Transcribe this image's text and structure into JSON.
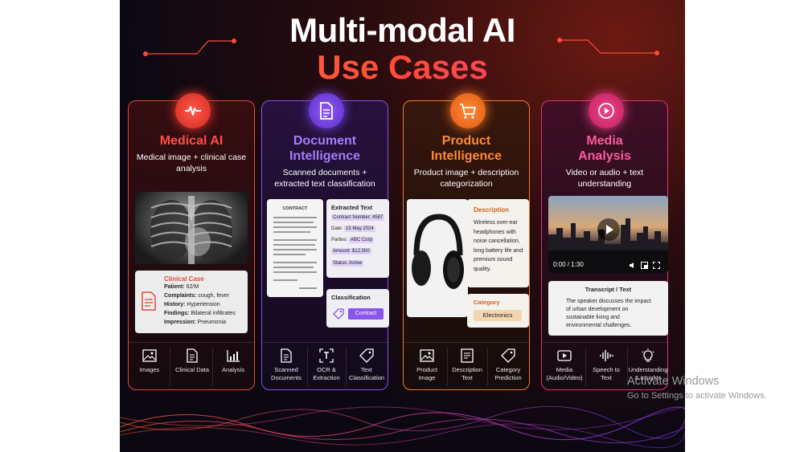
{
  "title_line1": "Multi-modal AI",
  "title_line2": "Use Cases",
  "cards": {
    "medical": {
      "title": "Medical AI",
      "subtitle": "Medical image + clinical case analysis",
      "clinical": {
        "heading": "Clinical Case",
        "lines": [
          {
            "k": "Patient:",
            "v": " 62/M"
          },
          {
            "k": "Complaints:",
            "v": " cough, fever"
          },
          {
            "k": "History:",
            "v": " Hypertension"
          },
          {
            "k": "Findings:",
            "v": " Bilateral infiltrates"
          },
          {
            "k": "Impression:",
            "v": " Pneumonia"
          }
        ]
      },
      "icons": [
        "Images",
        "Clinical Data",
        "Analysis"
      ]
    },
    "document": {
      "title_line1": "Document",
      "title_line2": "Intelligence",
      "subtitle": "Scanned documents + extracted text classification",
      "contract_label": "CONTRACT",
      "extracted_heading": "Extracted Text",
      "fields": [
        {
          "k": "Contract Number:",
          "v": "4587"
        },
        {
          "k": "Date:",
          "v": "15 May 2024"
        },
        {
          "k": "Parties:",
          "v": "ABC Corp"
        },
        {
          "k": "Amount:",
          "v": "$12,500"
        },
        {
          "k": "Status:",
          "v": "Active"
        }
      ],
      "classification_heading": "Classification",
      "classification_value": "Contract",
      "icons": [
        "Scanned Documents",
        "OCR & Extraction",
        "Text Classification"
      ]
    },
    "product": {
      "title_line1": "Product",
      "title_line2": "Intelligence",
      "subtitle": "Product image + description categorization",
      "description_heading": "Description",
      "description_text": "Wireless over-ear headphones with noise cancellation, long battery life and premium sound quality.",
      "category_heading": "Category",
      "category_value": "Electronics",
      "icons": [
        "Product Image",
        "Description Text",
        "Category Prediction"
      ]
    },
    "media": {
      "title_line1": "Media",
      "title_line2": "Analysis",
      "subtitle": "Video or audio + text understanding",
      "player_time": "0:00 / 1:30",
      "transcript_heading": "Transcript / Text",
      "transcript_text": "The speaker discusses the impact of urban development on sustainable living and environmental challenges.",
      "icons": [
        "Media (Audio/Video)",
        "Speech to Text",
        "Understanding & Insights"
      ]
    }
  },
  "watermark": {
    "line1": "Activate Windows",
    "line2": "Go to Settings to activate Windows."
  },
  "colors": {
    "medical": "#ff4f44",
    "document": "#a77cff",
    "product": "#ff8a35",
    "media": "#ff5aa0"
  }
}
